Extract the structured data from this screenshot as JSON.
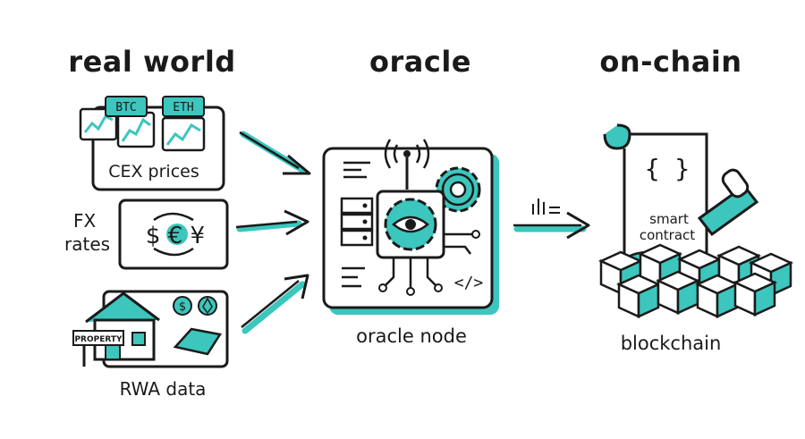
{
  "columns": {
    "real_world": "real world",
    "oracle": "oracle",
    "on_chain": "on-chain"
  },
  "sources": {
    "cex": {
      "label": "CEX prices",
      "tag_btc": "BTC",
      "tag_eth": "ETH"
    },
    "fx": {
      "label_line1": "FX",
      "label_line2": "rates",
      "symbols": "$ € ¥"
    },
    "rwa": {
      "label": "RWA data",
      "sign": "PROPERTY"
    }
  },
  "oracle_node": {
    "label": "oracle node",
    "code_glyph": "</>"
  },
  "chain": {
    "contract_line1": "smart",
    "contract_line2": "contract",
    "braces": "{ }",
    "label": "blockchain"
  },
  "colors": {
    "accent": "#3cc6bd",
    "ink": "#1a1a1a",
    "paper": "#ffffff"
  }
}
